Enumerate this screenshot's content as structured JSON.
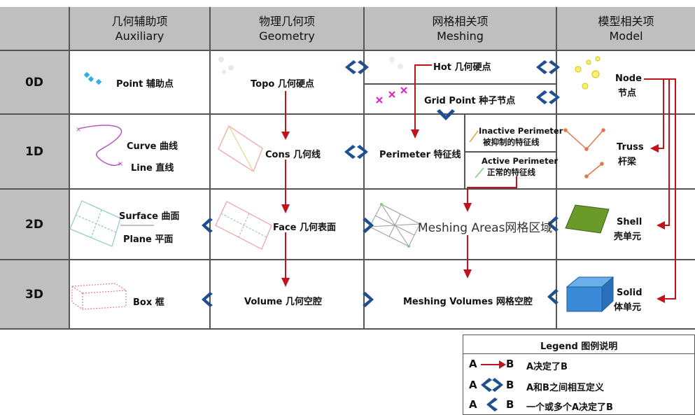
{
  "columns": [
    {
      "zh": "几何辅助项",
      "en": "Auxiliary"
    },
    {
      "zh": "物理几何项",
      "en": "Geometry"
    },
    {
      "zh": "网格相关项",
      "en": "Meshing"
    },
    {
      "zh": "模型相关项",
      "en": "Model"
    }
  ],
  "rows": [
    "0D",
    "1D",
    "2D",
    "3D"
  ],
  "cells": {
    "aux_0d": "Point 辅助点",
    "aux_1d_curve": "Curve 曲线",
    "aux_1d_line": "Line 直线",
    "aux_2d_surface": "Surface 曲面",
    "aux_2d_plane": "Plane 平面",
    "aux_3d": "Box 框",
    "geo_0d": "Topo 几何硬点",
    "geo_1d": "Cons 几何线",
    "geo_2d": "Face 几何表面",
    "geo_3d": "Volume 几何空腔",
    "mesh_0d_hot": "Hot 几何硬点",
    "mesh_0d_grid": "Grid Point 种子节点",
    "mesh_1d": "Perimeter 特征线",
    "mesh_1d_inactive_en": "Inactive Perimeter",
    "mesh_1d_inactive_zh": "被抑制的特征线",
    "mesh_1d_active_en": "Active Perimeter",
    "mesh_1d_active_zh": "正常的特征线",
    "mesh_2d": "Meshing Areas网格区域",
    "mesh_3d": "Meshing Volumes 网格空腔",
    "model_0d_en": "Node",
    "model_0d_zh": "节点",
    "model_1d_en": "Truss",
    "model_1d_zh": "杆梁",
    "model_2d_en": "Shell",
    "model_2d_zh": "壳单元",
    "model_3d_en": "Solid",
    "model_3d_zh": "体单元"
  },
  "legend": {
    "title": "Legend 图例说明",
    "items": [
      {
        "a": "A",
        "b": "B",
        "desc": "A决定了B"
      },
      {
        "a": "A",
        "b": "B",
        "desc": "A和B之间相互定义"
      },
      {
        "a": "A",
        "b": "B",
        "desc": "一个或多个A决定了B"
      }
    ]
  },
  "colors": {
    "header_bg": "#bfbfbf",
    "arrow_red": "#c0141c",
    "arrow_blue": "#1f4f8f",
    "shell_green": "#6a9a2a",
    "solid_blue": "#3a8ad8"
  }
}
